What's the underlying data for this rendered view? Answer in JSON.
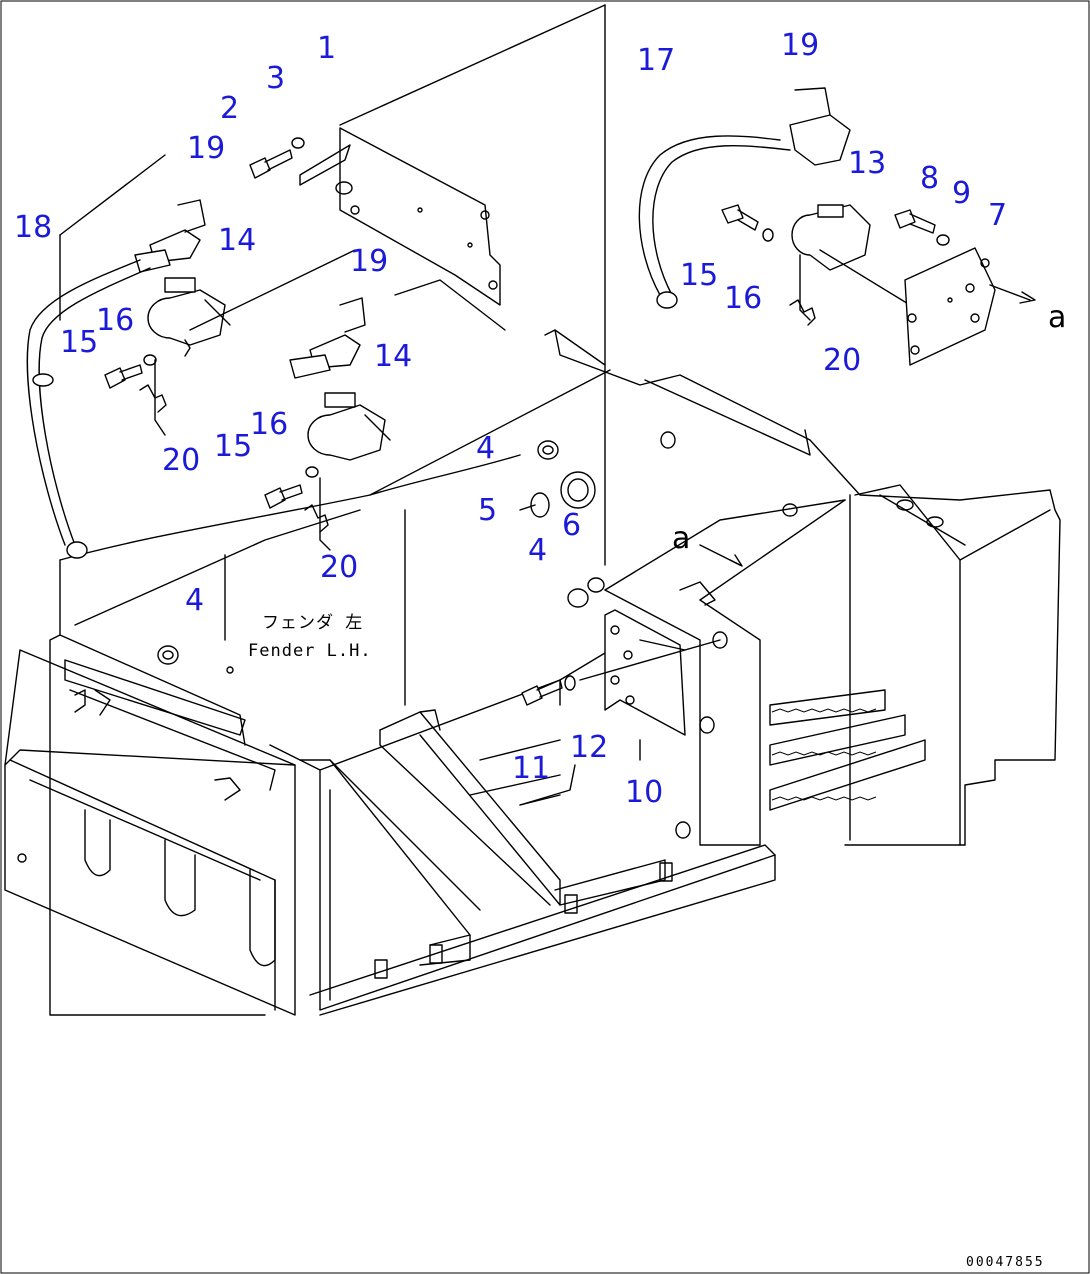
{
  "diagram": {
    "callouts": {
      "c1": "1",
      "c2": "2",
      "c3": "3",
      "c4a": "4",
      "c4b": "4",
      "c4c": "4",
      "c5": "5",
      "c6": "6",
      "c7": "7",
      "c8": "8",
      "c9": "9",
      "c10": "10",
      "c11": "11",
      "c12": "12",
      "c13": "13",
      "c14a": "14",
      "c14b": "14",
      "c15a": "15",
      "c15b": "15",
      "c15c": "15",
      "c16a": "16",
      "c16b": "16",
      "c16c": "16",
      "c17": "17",
      "c18": "18",
      "c19a": "19",
      "c19b": "19",
      "c19c": "19",
      "c20a": "20",
      "c20b": "20",
      "c20c": "20"
    },
    "fender_label_jp": "フェンダ 左",
    "fender_label_en": "Fender L.H.",
    "view_ref_a": "a",
    "view_ref_a2": "a",
    "drawing_code": "00047855"
  }
}
